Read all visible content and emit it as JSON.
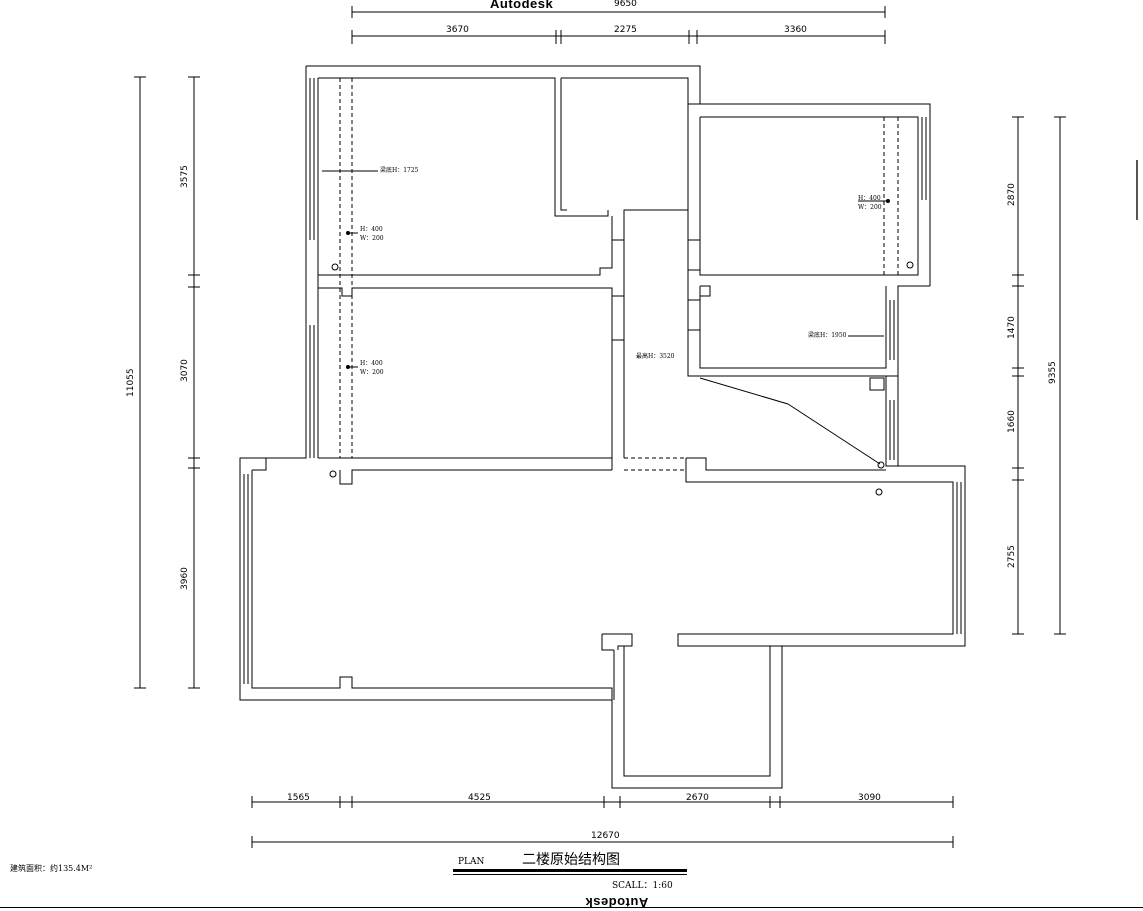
{
  "watermark": "Autodesk",
  "title": {
    "plan_label": "PLAN",
    "main": "二楼原始结构图",
    "scale": "SCALL：1:60"
  },
  "area_note": "建筑面积：约135.4M²",
  "dimensions": {
    "top_total": "9650",
    "top_segments": [
      "3670",
      "2275",
      "3360"
    ],
    "left_outer": "11055",
    "left_segments": [
      "3575",
      "3070",
      "3960"
    ],
    "right_outer": "9355",
    "right_segments": [
      "2870",
      "1470",
      "1660",
      "2755"
    ],
    "bottom_segments": [
      "1565",
      "4525",
      "2670",
      "3090"
    ],
    "bottom_total": "12670"
  },
  "annotations": {
    "beam_1725": "梁底H：1725",
    "beam_1950": "梁底H：1950",
    "beam_3520": "最高H：3520",
    "socket_h": "H：400",
    "socket_w": "W：200"
  }
}
